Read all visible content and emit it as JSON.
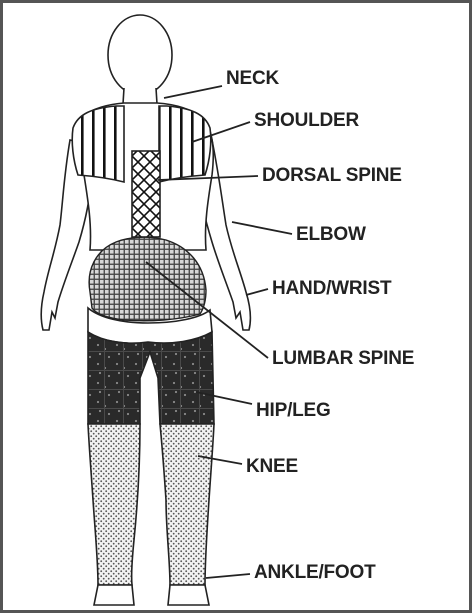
{
  "labels": {
    "neck": "NECK",
    "shoulder": "SHOULDER",
    "dorsal_spine": "DORSAL SPINE",
    "elbow": "ELBOW",
    "hand_wrist": "HAND/WRIST",
    "lumbar_spine": "LUMBAR SPINE",
    "hip_leg": "HIP/LEG",
    "knee": "KNEE",
    "ankle_foot": "ANKLE/FOOT"
  },
  "colors": {
    "border": "#555555",
    "outline": "#222222",
    "hip_region": "#2a2a2a",
    "text": "#222222"
  }
}
